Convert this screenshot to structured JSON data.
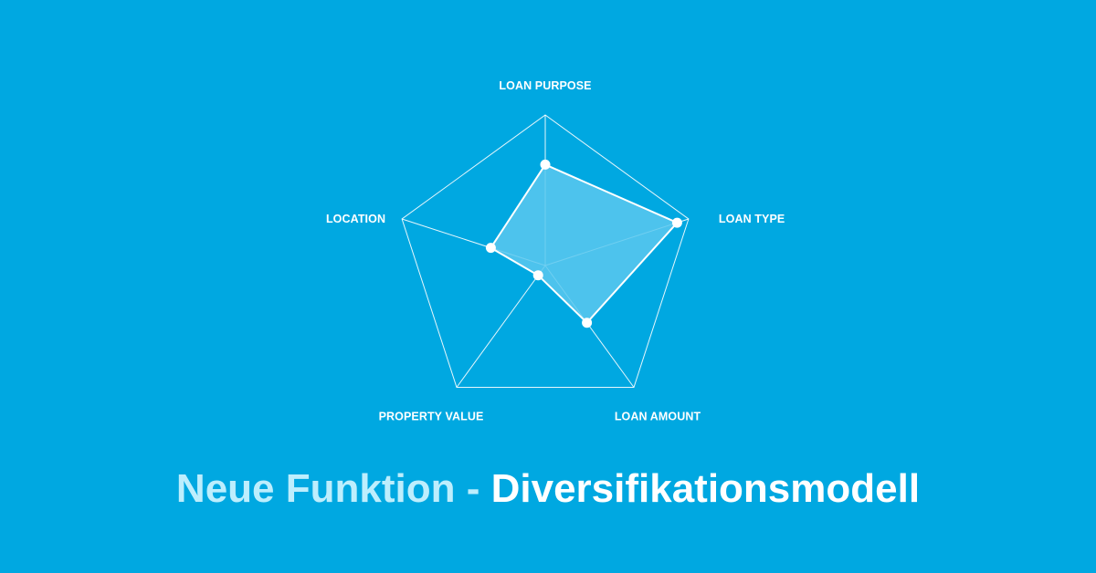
{
  "chart_data": {
    "type": "radar",
    "title": "",
    "axes": [
      "LOAN PURPOSE",
      "LOAN TYPE",
      "LOAN AMOUNT",
      "PROPERTY VALUE",
      "LOCATION"
    ],
    "series": [
      {
        "values": [
          0.67,
          0.92,
          0.47,
          0.08,
          0.38
        ]
      }
    ],
    "range": [
      0,
      1
    ],
    "grid": "single outer pentagon with spokes",
    "colors": {
      "background": "#00a8e1",
      "grid": "#ffffff",
      "fill": "#5bc8ee",
      "stroke": "#ffffff",
      "points": "#ffffff"
    }
  },
  "headline": {
    "part1": "Neue Funktion",
    "separator": " - ",
    "part2": "Diversifikationsmodell"
  }
}
